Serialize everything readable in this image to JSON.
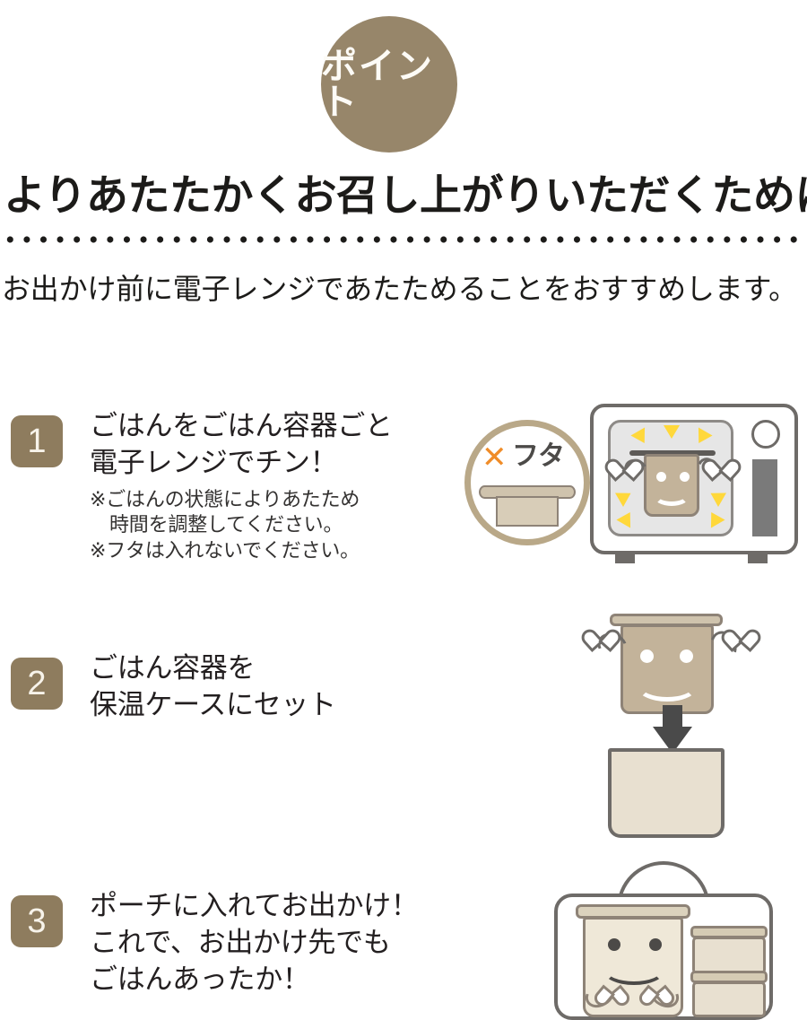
{
  "badge": {
    "label": "ポイント",
    "color": "#97866a"
  },
  "headline": "よりあたたかくお召し上がりいただくために",
  "subheadline": "お出かけ前に電子レンジであたためることをおすすめします。",
  "steps": [
    {
      "number": "1",
      "title": "ごはんをごはん容器ごと\n電子レンジでチン！",
      "notes": [
        "※ごはんの状態によりあたため",
        "時間を調整してください。",
        "※フタは入れないでください。"
      ]
    },
    {
      "number": "2",
      "title": "ごはん容器を\n保温ケースにセット",
      "notes": []
    },
    {
      "number": "3",
      "title": "ポーチに入れてお出かけ！\nこれで、お出かけ先でも\nごはんあったか！",
      "notes": []
    }
  ],
  "no_lid_badge": {
    "cross": "✕",
    "label": "フタ",
    "cross_color": "#f08c28"
  },
  "colors": {
    "brand_brown": "#8e7c5e",
    "badge_brown": "#97866a",
    "container_tan": "#c3b39a",
    "case_cream": "#e8e0d0",
    "outline_gray": "#6e6b68",
    "spark_yellow": "#ffd83b",
    "text_black": "#231f20"
  }
}
